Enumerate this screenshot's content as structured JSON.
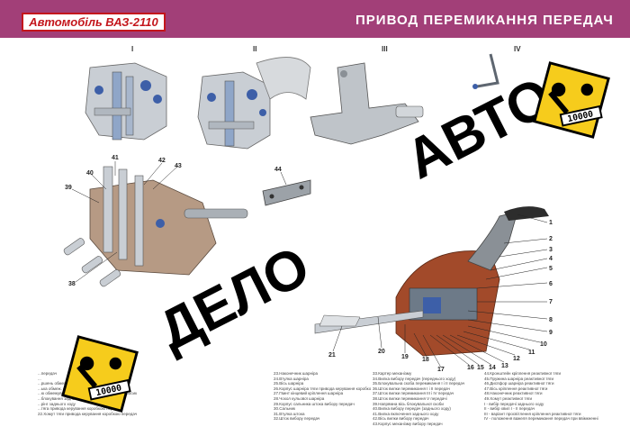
{
  "header": {
    "brand": "Автомобіль ВАЗ-2110",
    "title": "ПРИВОД ПЕРЕМИКАННЯ ПЕРЕДАЧ"
  },
  "views": [
    "I",
    "II",
    "III",
    "IV"
  ],
  "callouts_left": [
    "41",
    "42",
    "43",
    "40",
    "39",
    "44",
    "38"
  ],
  "callouts_right": [
    "1",
    "2",
    "3",
    "4",
    "5",
    "6",
    "7",
    "8",
    "9",
    "10",
    "11",
    "12",
    "13",
    "14",
    "15",
    "16",
    "17",
    "18",
    "19",
    "20",
    "21"
  ],
  "legend": {
    "col1": [
      "...передач",
      "...",
      "...ршень обмежувача",
      "...ька обмеж. кульової опори",
      "...ю обмежувача кульової опори до «Дністра» тросика",
      "...блокування заднього ходу",
      "...рінг заднього ходу",
      "...тяга привода керування коробкою передач",
      "22.Хомут тяги привода керування коробкою передач"
    ],
    "col2": [
      "23.Наконечник шарніра",
      "24.Втулка шарніра",
      "25.Вісь шарніра",
      "26.Корпус шарніра тяги привода керування коробкою передач",
      "27.Гвинт кінцевий кріплення шарніра",
      "28.Чохол кульової шарніра",
      "29.Корпус сальника штока вибору передач",
      "30.Сальник",
      "31.Втулка штока",
      "32.Шток вибору передач"
    ],
    "col3": [
      "33.Картер механізму",
      "34.Вилка вибору передач (переднього ходу)",
      "35.Блокувальна скоба перемикання I і II передач",
      "36.Шток вилки перемикання I і II передач",
      "37.Шток вилки перемикання III і IV передач",
      "38.Шток вилки перемикання V передачі",
      "39.Напрямна вісь блокувальної скоби",
      "40.Вилка вибору передач (заднього ходу)",
      "41.Вилка включення заднього ходу",
      "42.Вісь вилки вибору передач",
      "43.Корпус механізму вибору передач"
    ],
    "col4": [
      "44.Кронштейн кріплення реактивної тяги",
      "45.Пружина шарніра реактивної тяги",
      "46.Диспфор шарніра реактивної тяги",
      "47.Вісь кріплення реактивної тяги",
      "48.Наконечник реактивної тяги",
      "49.Хомут реактивної тяги",
      "I - вибір передачі заднього ходу",
      "II - вибір хвил I - II передач",
      "III - варіант просвітлення кріплення реактивної тяги",
      "IV - положення важеля перемикання передач при ввімкненні передачі заднього ходу"
    ]
  },
  "watermark": {
    "word1": "АВТО",
    "word2": "ДЕЛО",
    "sign_number": "10000"
  }
}
